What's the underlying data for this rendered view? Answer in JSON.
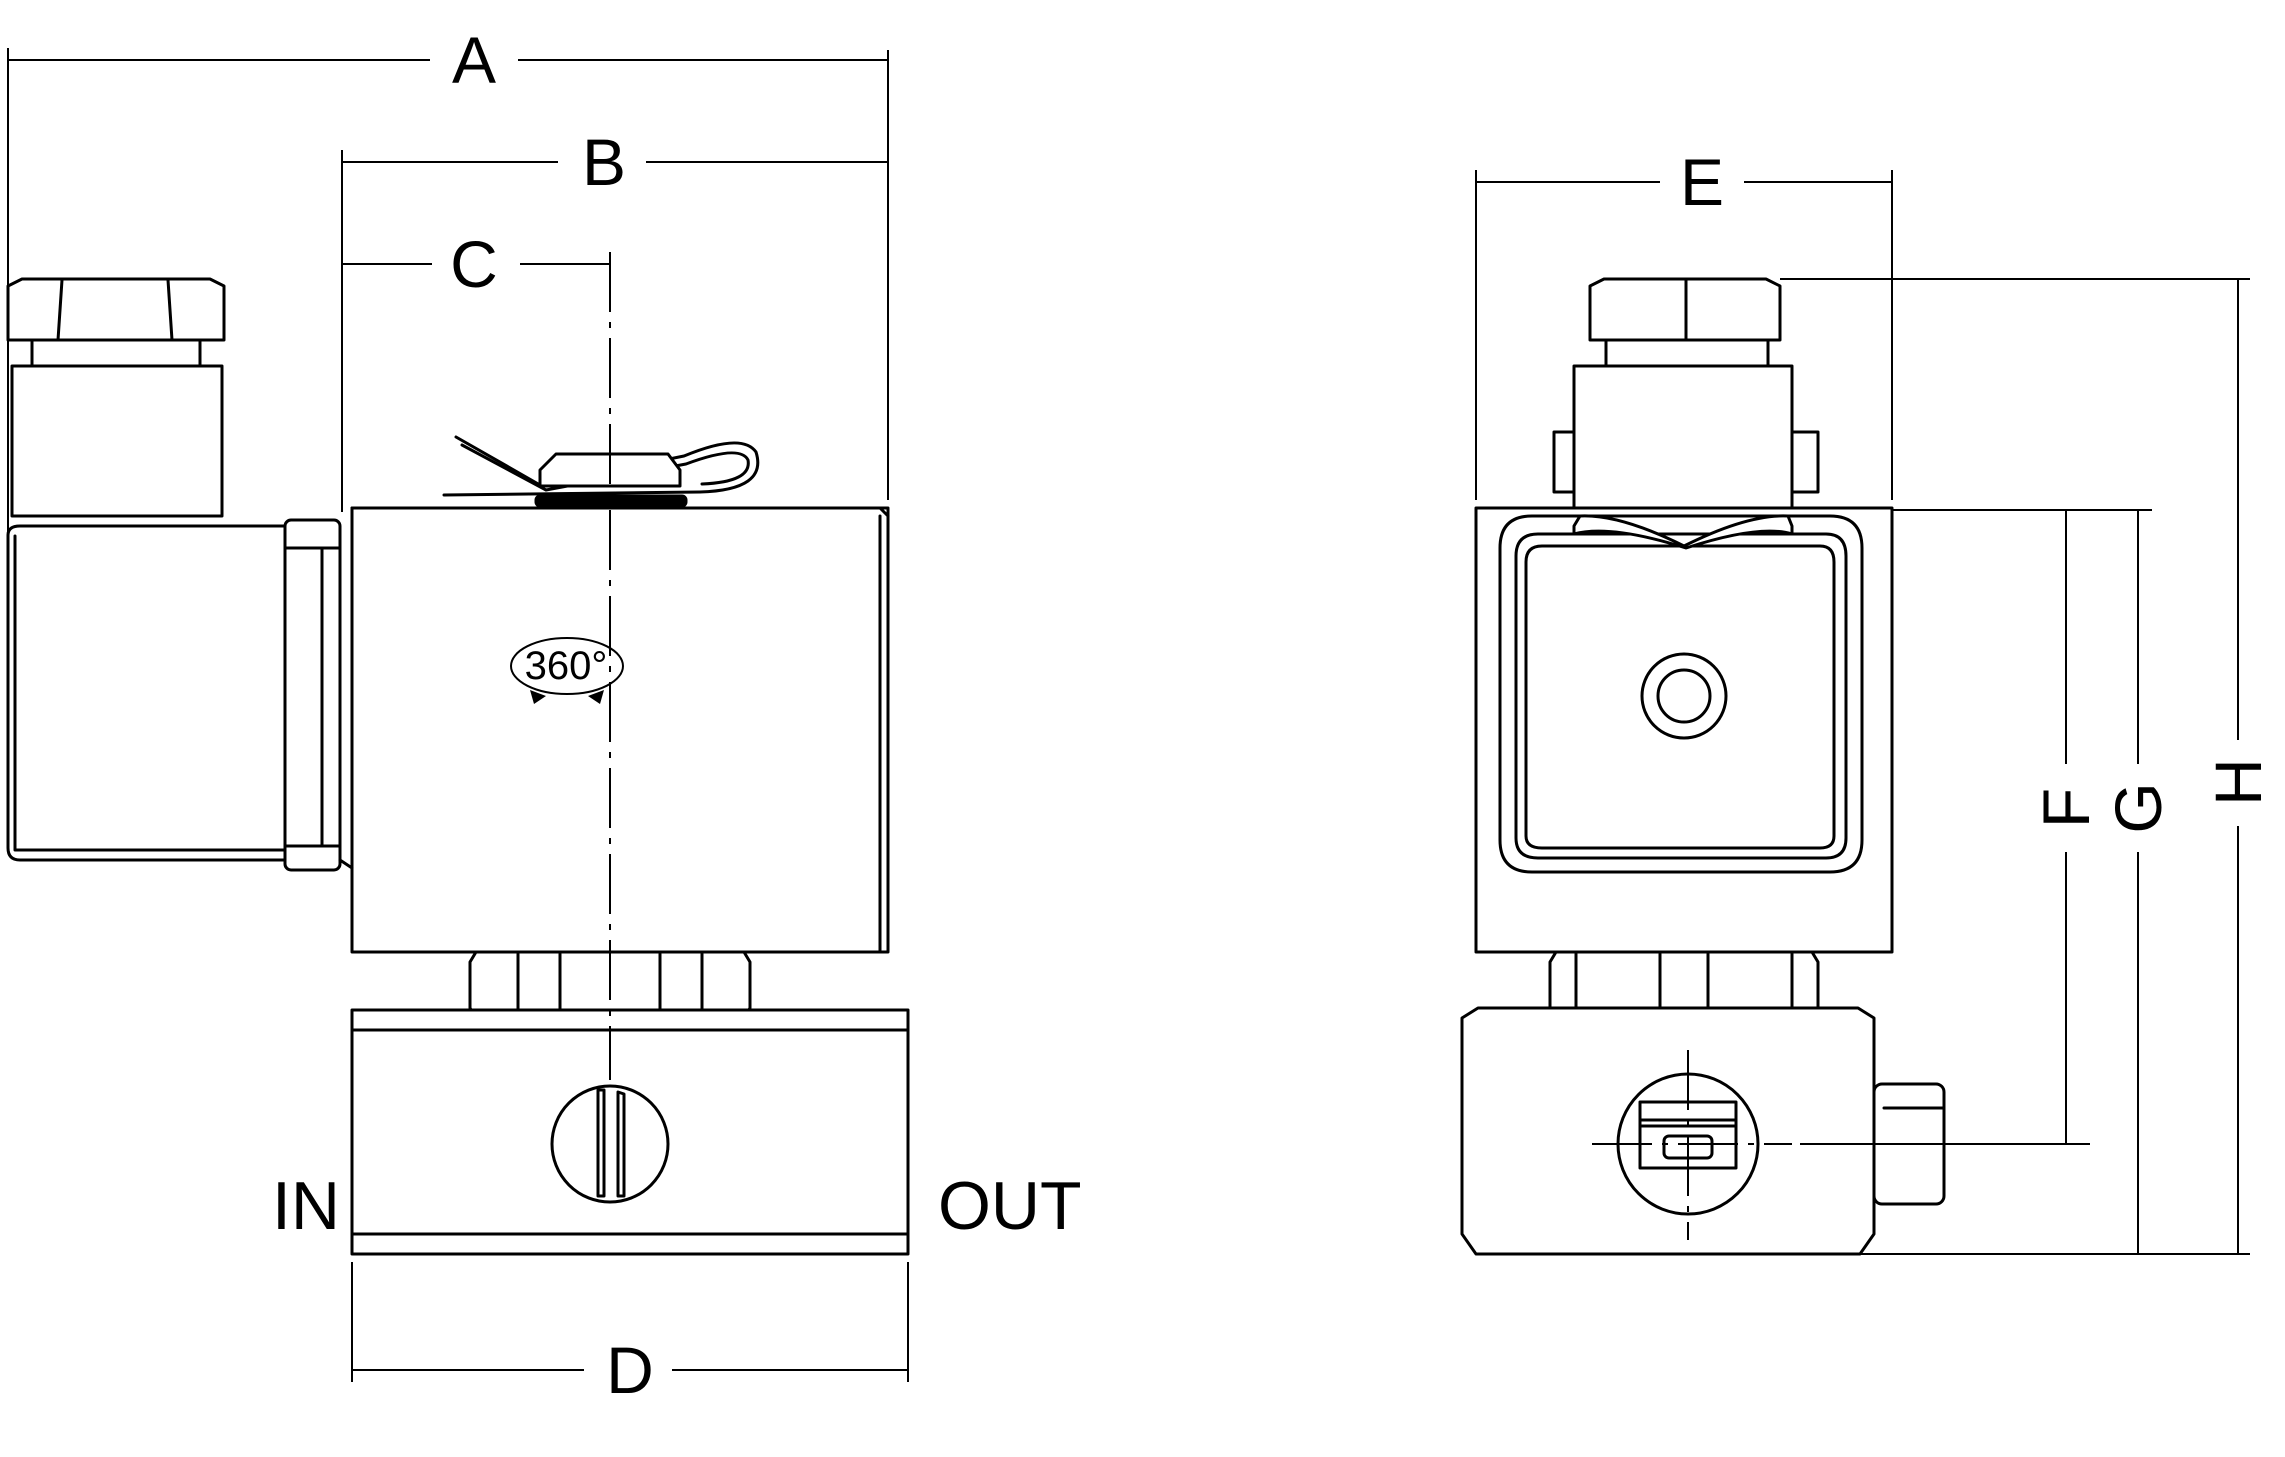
{
  "dimensions": {
    "A": "A",
    "B": "B",
    "C": "C",
    "D": "D",
    "E": "E",
    "F": "F",
    "G": "G",
    "H": "H"
  },
  "ports": {
    "inlet": "IN",
    "outlet": "OUT"
  },
  "rotation_label": "360°"
}
